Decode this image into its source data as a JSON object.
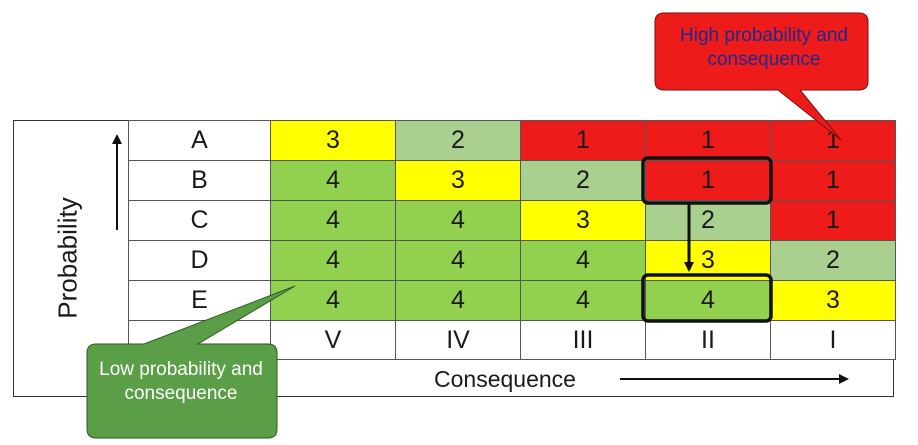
{
  "axes": {
    "y_label": "Probability",
    "x_label": "Consequence"
  },
  "colors": {
    "red": "#ee1b1b",
    "yellow": "#ffff00",
    "pale_green": "#a9d08e",
    "green": "#92d050",
    "low_callout": "#5a9e47",
    "high_callout": "#ee1b1b"
  },
  "matrix": {
    "row_labels": [
      "A",
      "B",
      "C",
      "D",
      "E"
    ],
    "column_labels": [
      "V",
      "IV",
      "III",
      "II",
      "I"
    ],
    "rows": [
      [
        {
          "v": "3",
          "c": "yellow"
        },
        {
          "v": "2",
          "c": "pale_green"
        },
        {
          "v": "1",
          "c": "red"
        },
        {
          "v": "1",
          "c": "red"
        },
        {
          "v": "1",
          "c": "red"
        }
      ],
      [
        {
          "v": "4",
          "c": "green"
        },
        {
          "v": "3",
          "c": "yellow"
        },
        {
          "v": "2",
          "c": "pale_green"
        },
        {
          "v": "1",
          "c": "red"
        },
        {
          "v": "1",
          "c": "red"
        }
      ],
      [
        {
          "v": "4",
          "c": "green"
        },
        {
          "v": "4",
          "c": "green"
        },
        {
          "v": "3",
          "c": "yellow"
        },
        {
          "v": "2",
          "c": "pale_green"
        },
        {
          "v": "1",
          "c": "red"
        }
      ],
      [
        {
          "v": "4",
          "c": "green"
        },
        {
          "v": "4",
          "c": "green"
        },
        {
          "v": "4",
          "c": "green"
        },
        {
          "v": "3",
          "c": "yellow"
        },
        {
          "v": "2",
          "c": "pale_green"
        }
      ],
      [
        {
          "v": "4",
          "c": "green"
        },
        {
          "v": "4",
          "c": "green"
        },
        {
          "v": "4",
          "c": "green"
        },
        {
          "v": "4",
          "c": "green"
        },
        {
          "v": "3",
          "c": "yellow"
        }
      ]
    ]
  },
  "highlight": {
    "from": {
      "row": "B",
      "column": "II"
    },
    "to": {
      "row": "E",
      "column": "II"
    }
  },
  "callouts": {
    "high": "High probability and consequence",
    "low": "Low probability and consequence"
  }
}
